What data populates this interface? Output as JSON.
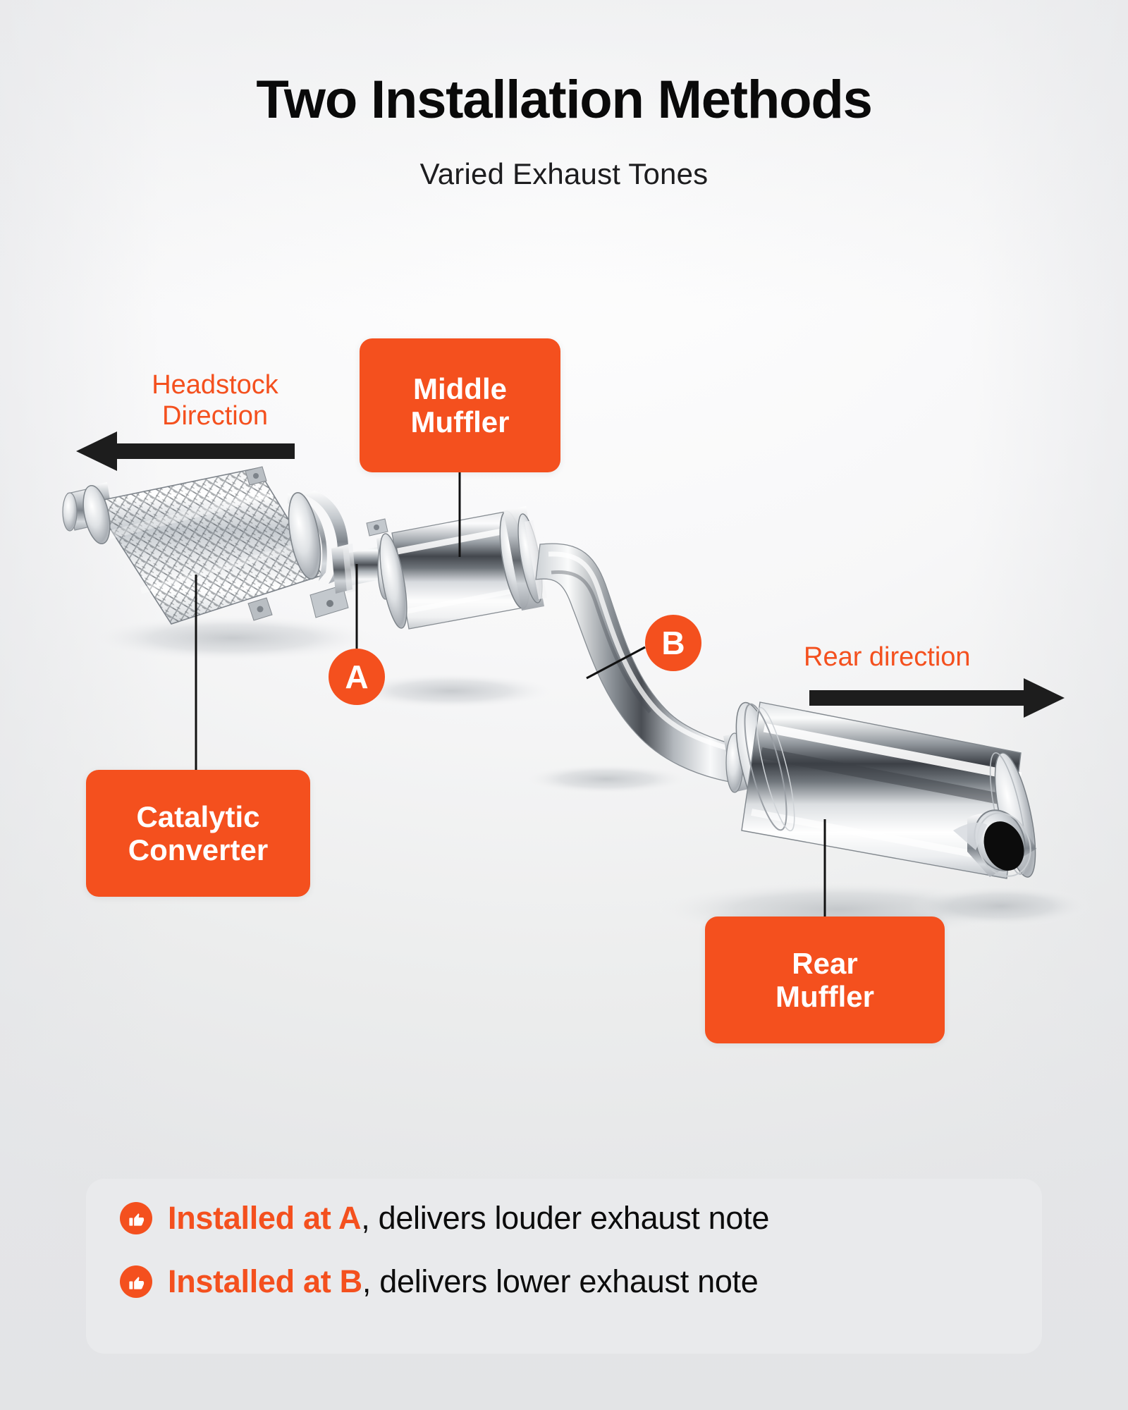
{
  "header": {
    "title": "Two Installation Methods",
    "subtitle": "Varied Exhaust Tones"
  },
  "colors": {
    "orange": "#F4501E",
    "text_dark": "#0a0a0a",
    "panel_bg": "#E9EAEC",
    "arrow_black": "#1d1d1d",
    "chrome_light": "#ffffff",
    "chrome_mid": "#bfc3c7",
    "chrome_dark": "#3a3d42"
  },
  "diagram": {
    "direction_labels": [
      {
        "id": "headstock",
        "line1": "Headstock",
        "line2": "Direction",
        "arrow": "arrow-left-icon"
      },
      {
        "id": "rear",
        "line1": "Rear direction",
        "line2": "",
        "arrow": "arrow-right-icon"
      }
    ],
    "badges": [
      {
        "id": "middle-muffler",
        "line1": "Middle",
        "line2": "Muffler"
      },
      {
        "id": "catalytic-converter",
        "line1": "Catalytic",
        "line2": "Converter"
      },
      {
        "id": "rear-muffler",
        "line1": "Rear",
        "line2": "Muffler"
      }
    ],
    "markers": [
      {
        "id": "a",
        "label": "A"
      },
      {
        "id": "b",
        "label": "B"
      }
    ]
  },
  "panel": {
    "bullets": [
      {
        "icon": "thumbs-up-icon",
        "highlight": "Installed at A",
        "rest": ", delivers louder exhaust note"
      },
      {
        "icon": "thumbs-up-icon",
        "highlight": "Installed at B",
        "rest": ", delivers lower exhaust note"
      }
    ]
  }
}
